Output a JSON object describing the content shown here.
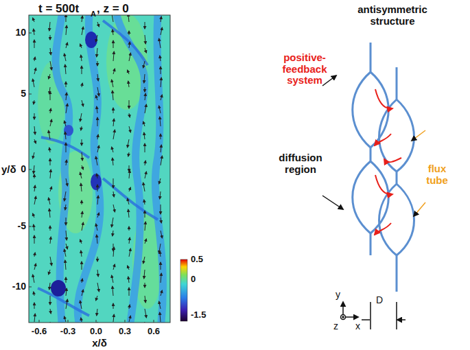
{
  "diagram": {
    "labels": [
      "t = 500t",
      "A",
      ", z = 0",
      "y/δ",
      "10",
      "5",
      "0",
      "-5",
      "-10",
      "-0.6",
      "-0.3",
      "0.0",
      "0.3",
      "0.6",
      "x/δ",
      "0.5",
      "0",
      "-1.5",
      "antisymmetric structure",
      "positive-feedback system",
      "diffusion region",
      "flux tube",
      "y",
      "z",
      "x",
      "D"
    ]
  }
}
